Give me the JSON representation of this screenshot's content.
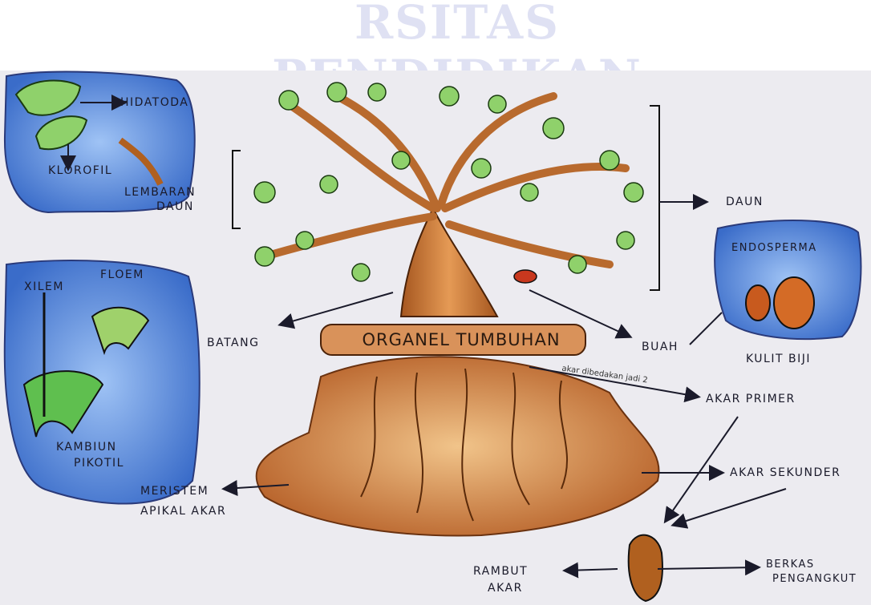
{
  "watermark_text": "RSITAS PENDIDIKAN GA",
  "title": "ORGANEL TUMBUHAN",
  "labels": {
    "hidatoda": "HIDATODA",
    "klorofil": "KLOROFIL",
    "lembaran_daun_1": "LEMBARAN",
    "lembaran_daun_2": "DAUN",
    "daun": "DAUN",
    "endosperma": "ENDOSPERMA",
    "kulit_biji": "KULIT BIJI",
    "buah": "BUAH",
    "xilem": "XILEM",
    "floem": "FLOEM",
    "batang": "BATANG",
    "kambium_1": "KAMBIUN",
    "kambium_2": "PIKOTIL",
    "akar_primer": "AKAR PRIMER",
    "akar_note": "akar dibedakan jadi 2",
    "akar_sekunder": "AKAR SEKUNDER",
    "meristem_1": "MERISTEM",
    "meristem_2": "APIKAL AKAR",
    "rambut_akar_1": "RAMBUT",
    "rambut_akar_2": "AKAR",
    "berkas_1": "BERKAS",
    "berkas_2": "PENGANGKUT"
  },
  "colors": {
    "paper": "#ecebf0",
    "blob_blue": "#4f7fd3",
    "leaf_green": "#8fd16b",
    "trunk_brown": "#c77a3e",
    "soil": "#d99a5f",
    "ink": "#1a1a2a"
  }
}
